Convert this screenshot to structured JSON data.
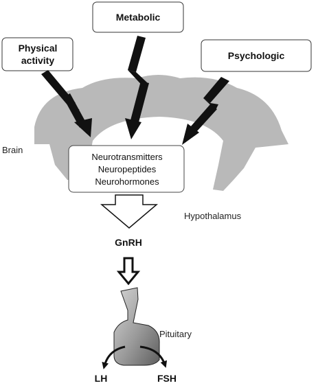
{
  "factors": {
    "metabolic": "Metabolic",
    "physical_line1": "Physical",
    "physical_line2": "activity",
    "psychologic": "Psychologic"
  },
  "brain_label": "Brain",
  "hypothalamus_box": {
    "line1": "Neurotransmitters",
    "line2": "Neuropeptides",
    "line3": "Neurohormones"
  },
  "hypothalamus_label": "Hypothalamus",
  "gnrh_label": "GnRH",
  "pituitary_label": "Pituitary",
  "outputs": {
    "lh": "LH",
    "fsh": "FSH"
  },
  "colors": {
    "brain_fill": "#b9b9b9",
    "pituitary_fill": "#8e8e8e",
    "line": "#111111"
  }
}
